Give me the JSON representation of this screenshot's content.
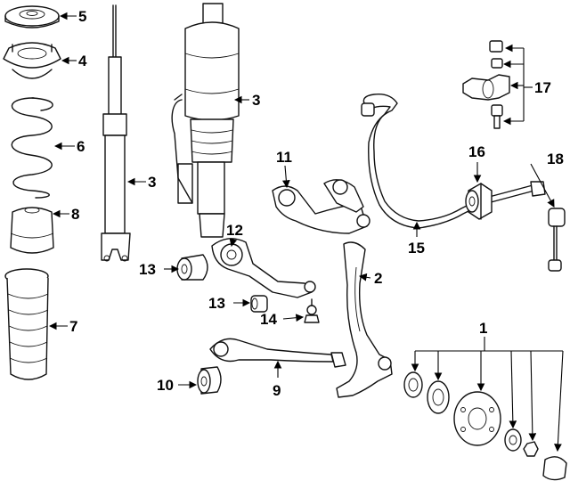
{
  "diagram": {
    "callouts": {
      "c1": "1",
      "c2": "2",
      "c3a": "3",
      "c3b": "3",
      "c4": "4",
      "c5": "5",
      "c6": "6",
      "c7": "7",
      "c8": "8",
      "c9": "9",
      "c10": "10",
      "c11": "11",
      "c12": "12",
      "c13a": "13",
      "c13b": "13",
      "c14": "14",
      "c15": "15",
      "c16": "16",
      "c17": "17",
      "c18": "18"
    }
  }
}
